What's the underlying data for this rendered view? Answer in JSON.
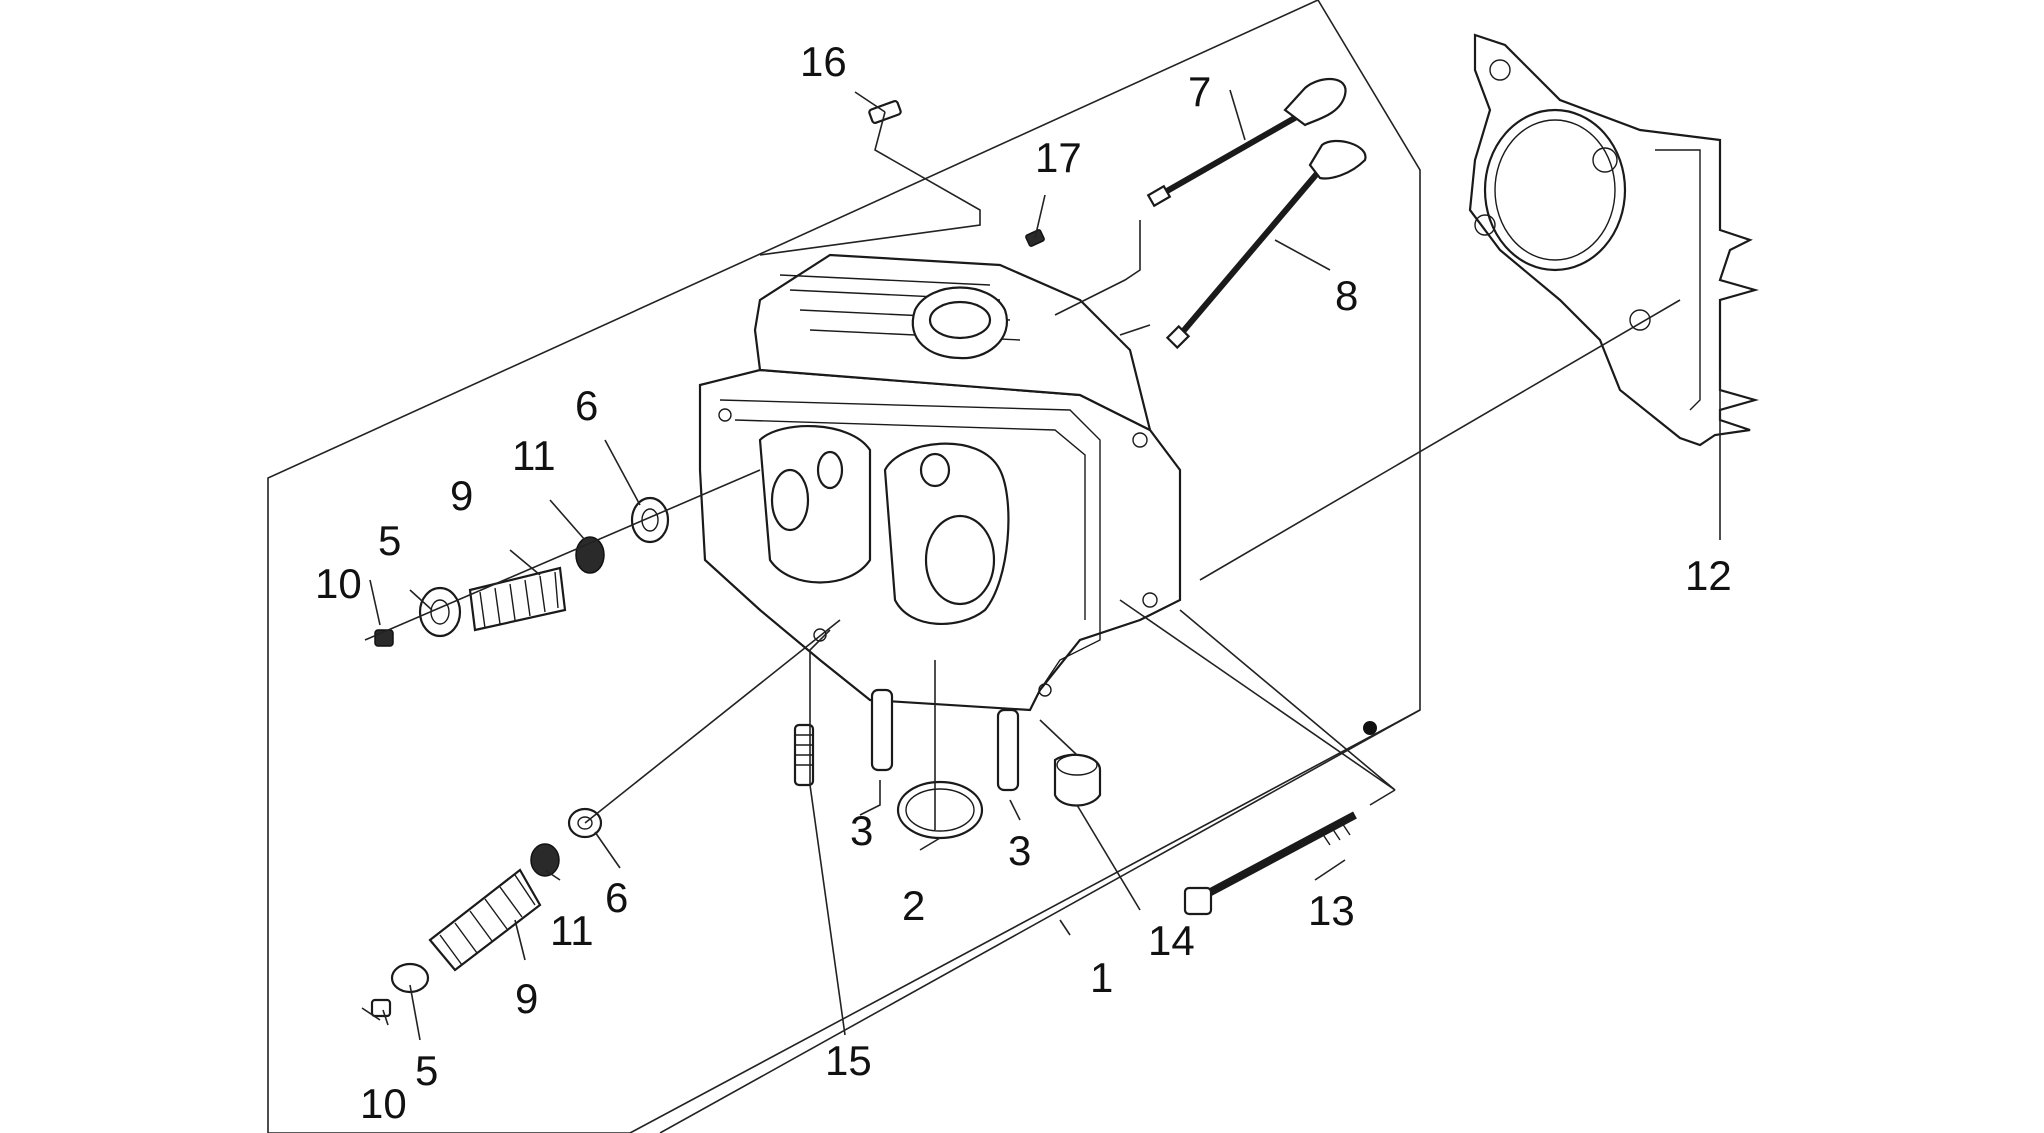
{
  "callouts": [
    {
      "id": "c1",
      "label": "1"
    },
    {
      "id": "c2",
      "label": "2"
    },
    {
      "id": "c3a",
      "label": "3"
    },
    {
      "id": "c3b",
      "label": "3"
    },
    {
      "id": "c5a",
      "label": "5"
    },
    {
      "id": "c5b",
      "label": "5"
    },
    {
      "id": "c6a",
      "label": "6"
    },
    {
      "id": "c6b",
      "label": "6"
    },
    {
      "id": "c7",
      "label": "7"
    },
    {
      "id": "c8",
      "label": "8"
    },
    {
      "id": "c9a",
      "label": "9"
    },
    {
      "id": "c9b",
      "label": "9"
    },
    {
      "id": "c10a",
      "label": "10"
    },
    {
      "id": "c10b",
      "label": "10"
    },
    {
      "id": "c11a",
      "label": "11"
    },
    {
      "id": "c11b",
      "label": "11"
    },
    {
      "id": "c12",
      "label": "12"
    },
    {
      "id": "c13",
      "label": "13"
    },
    {
      "id": "c14",
      "label": "14"
    },
    {
      "id": "c15",
      "label": "15"
    },
    {
      "id": "c16",
      "label": "16"
    },
    {
      "id": "c17",
      "label": "17"
    }
  ]
}
